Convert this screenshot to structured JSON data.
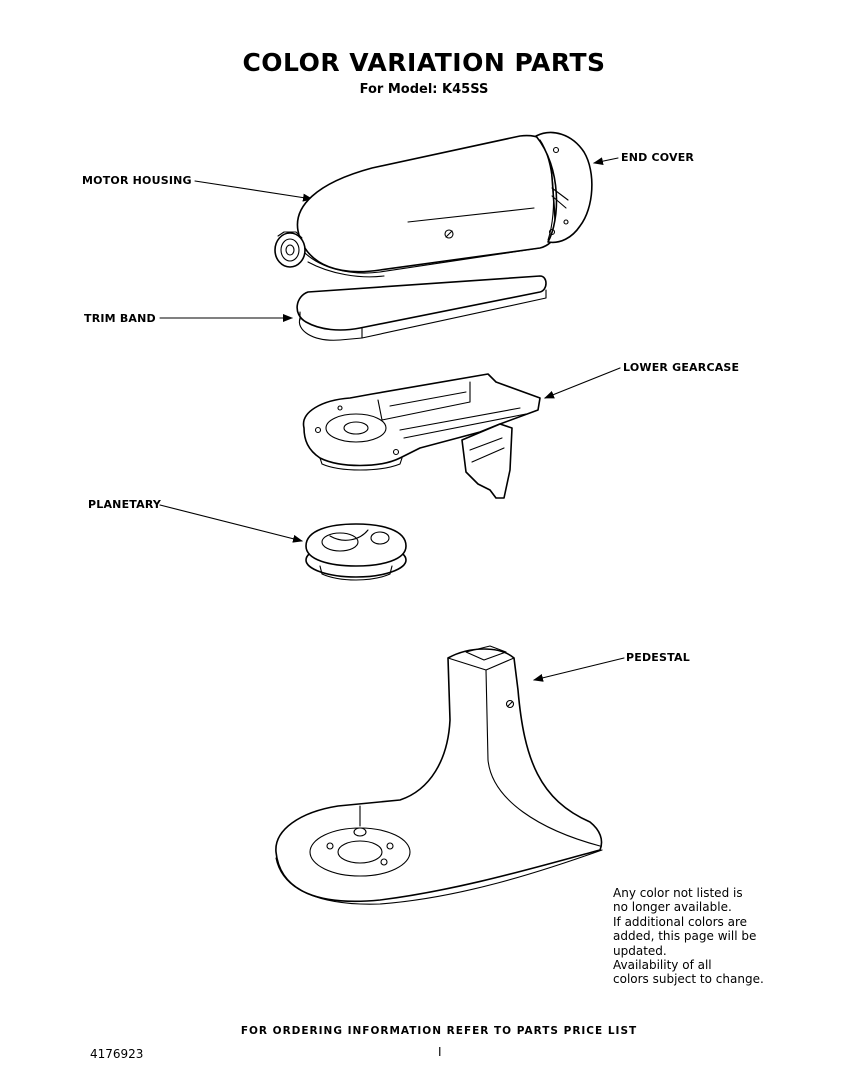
{
  "header": {
    "title": "COLOR VARIATION PARTS",
    "subtitle": "For Model: K45SS"
  },
  "parts": [
    {
      "key": "motor_housing",
      "label": "MOTOR HOUSING"
    },
    {
      "key": "end_cover",
      "label": "END COVER"
    },
    {
      "key": "trim_band",
      "label": "TRIM BAND"
    },
    {
      "key": "lower_gearcase",
      "label": "LOWER GEARCASE"
    },
    {
      "key": "planetary",
      "label": "PLANETARY"
    },
    {
      "key": "pedestal",
      "label": "PEDESTAL"
    }
  ],
  "note": {
    "lines": [
      "Any color not listed is",
      "no longer available.",
      "If additional colors are",
      "added, this page will be",
      "updated.",
      "Availability of all",
      "colors subject to change."
    ]
  },
  "footer": {
    "ordering_text": "FOR ORDERING INFORMATION REFER TO PARTS PRICE LIST",
    "document_number": "4176923",
    "page_number": "I"
  }
}
